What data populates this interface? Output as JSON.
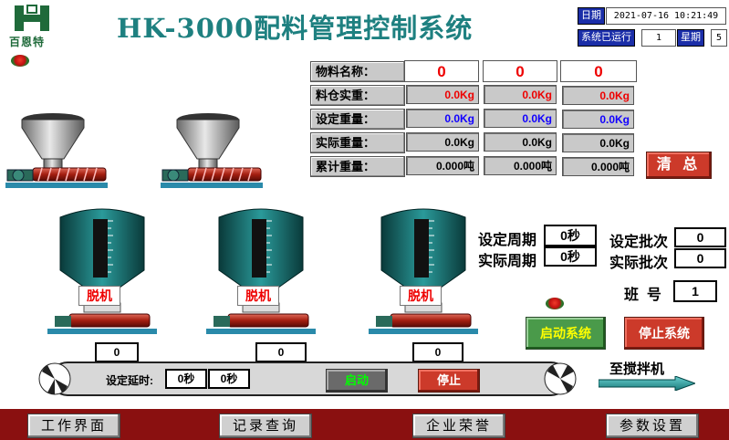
{
  "header": {
    "logo_text": "百恩特",
    "title": "HK-3000配料管理控制系统",
    "date_label": "日期",
    "datetime": "2021-07-16  10:21:49",
    "running_label": "系统已运行",
    "running_value": "1",
    "weekday_label": "星期",
    "weekday_value": "5"
  },
  "table": {
    "row_labels": [
      "物料名称：",
      "料仓实重：",
      "设定重量：",
      "实际重量：",
      "累计重量："
    ],
    "columns": [
      {
        "name": "0",
        "silo_weight": "0.0Kg",
        "set_weight": "0.0Kg",
        "actual_weight": "0.0Kg",
        "total_weight": "0.000吨"
      },
      {
        "name": "0",
        "silo_weight": "0.0Kg",
        "set_weight": "0.0Kg",
        "actual_weight": "0.0Kg",
        "total_weight": "0.000吨"
      },
      {
        "name": "0",
        "silo_weight": "0.0Kg",
        "set_weight": "0.0Kg",
        "actual_weight": "0.0Kg",
        "total_weight": "0.000吨"
      }
    ],
    "clear_label": "清 总"
  },
  "hoppers": [
    {
      "tag": "脱机",
      "value": "0"
    },
    {
      "tag": "脱机",
      "value": "0"
    },
    {
      "tag": "脱机",
      "value": "0"
    }
  ],
  "cycle": {
    "set_period_label": "设定周期",
    "set_period_value": "0秒",
    "actual_period_label": "实际周期",
    "actual_period_value": "0秒",
    "set_batch_label": "设定批次",
    "set_batch_value": "0",
    "actual_batch_label": "实际批次",
    "actual_batch_value": "0",
    "shift_label": "班  号",
    "shift_value": "1"
  },
  "system": {
    "start_label": "启动系统",
    "stop_label": "停止系统"
  },
  "conveyor": {
    "delay_label": "设定延时:",
    "delay_values": [
      "0秒",
      "0秒"
    ],
    "start_label": "启动",
    "stop_label": "停止",
    "to_mixer_label": "至搅拌机"
  },
  "nav": [
    "工作界面",
    "记录查询",
    "企业荣誉",
    "参数设置"
  ],
  "colors": {
    "title": "#1e8080",
    "header_label_bg": "#1b2ea8",
    "nav_bar": "#8a1010",
    "value_red": "#e00000",
    "value_blue": "#1000ff",
    "start_text": "#ffff00",
    "conveyor_start_text": "#00ff00"
  }
}
